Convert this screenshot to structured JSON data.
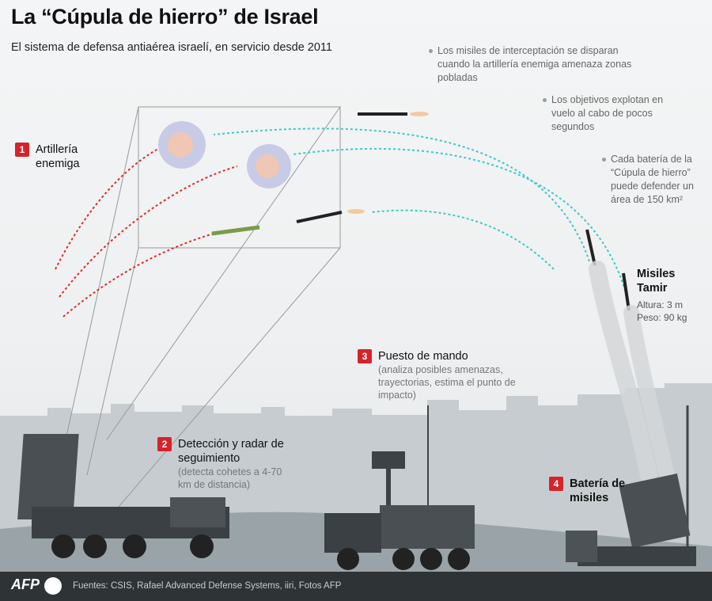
{
  "title": "La “Cúpula de hierro” de Israel",
  "subtitle": "El sistema de defensa antiaérea israelí, en servicio desde 2011",
  "notes": [
    "Los misiles de interceptación se disparan cuando la artillería enemiga amenaza zonas pobladas",
    "Los objetivos explotan en vuelo al cabo de pocos segundos",
    "Cada batería de la “Cúpula de hierro” puede defender un área de 150 km²"
  ],
  "steps": {
    "s1": {
      "num": "1",
      "label": "Artillería enemiga"
    },
    "s2": {
      "num": "2",
      "label": "Detección y radar de seguimiento",
      "detail": "(detecta cohetes a 4-70 km de distancia)"
    },
    "s3": {
      "num": "3",
      "label": "Puesto de mando",
      "detail": "(analiza posibles amenazas, trayectorias, estima el punto de impacto)"
    },
    "s4": {
      "num": "4",
      "label": "Batería de misiles"
    }
  },
  "missile": {
    "name": "Misiles Tamir",
    "height": "Altura: 3 m",
    "weight": "Peso: 90 kg"
  },
  "footer": {
    "logo": "AFP",
    "sources": "Fuentes: CSIS, Rafael Advanced Defense Systems, iiri, Fotos AFP"
  },
  "colors": {
    "accent": "#d6232a",
    "interceptor_trail": "#3ec9c9",
    "enemy_trail": "#e02b2b"
  }
}
